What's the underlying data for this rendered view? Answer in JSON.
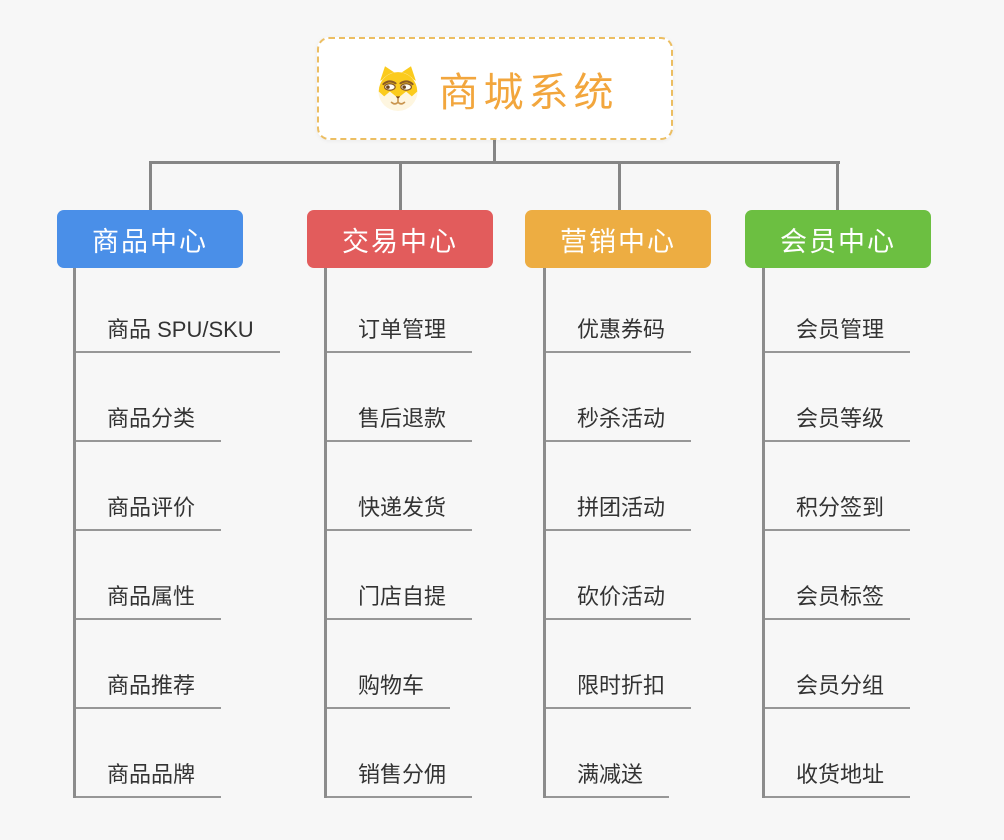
{
  "app": {
    "background_color": "#F7F7F7",
    "connector_color": "#868686",
    "underline_color": "#979797"
  },
  "root": {
    "title": "商城系统",
    "icon": "dog-face-icon",
    "title_color": "#F2A63D",
    "border_color": "#ECBE62"
  },
  "branches": [
    {
      "label": "商品中心",
      "color": "#4A8FE8",
      "children": [
        "商品 SPU/SKU",
        "商品分类",
        "商品评价",
        "商品属性",
        "商品推荐",
        "商品品牌"
      ]
    },
    {
      "label": "交易中心",
      "color": "#E25C5C",
      "children": [
        "订单管理",
        "售后退款",
        "快递发货",
        "门店自提",
        "购物车",
        "销售分佣"
      ]
    },
    {
      "label": "营销中心",
      "color": "#EDAD42",
      "children": [
        "优惠券码",
        "秒杀活动",
        "拼团活动",
        "砍价活动",
        "限时折扣",
        "满减送"
      ]
    },
    {
      "label": "会员中心",
      "color": "#6CBF41",
      "children": [
        "会员管理",
        "会员等级",
        "积分签到",
        "会员标签",
        "会员分组",
        "收货地址"
      ]
    }
  ]
}
